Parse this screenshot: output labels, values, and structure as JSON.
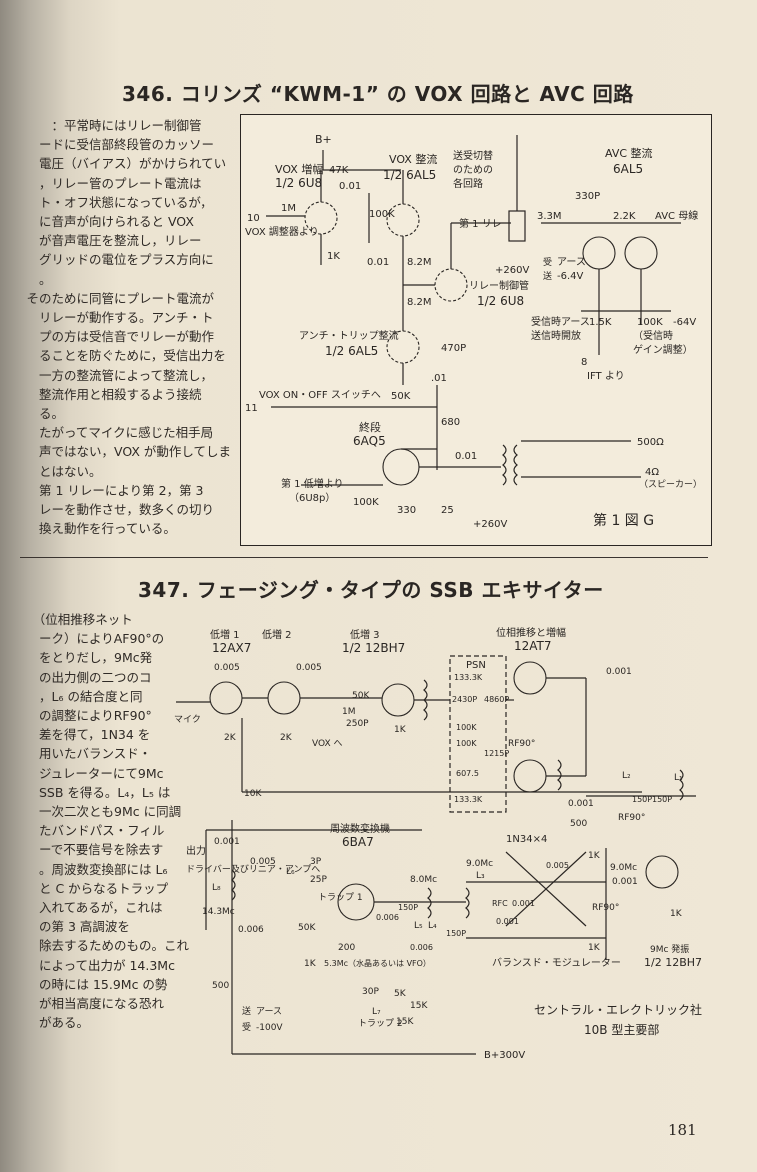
{
  "section346": {
    "title": "346. コリンズ “KWM-1” の VOX 回路と AVC 回路",
    "body_lines": [
      "　　　：平常時にはリレー制御管",
      "　　ードに受信部終段管のカッソー",
      "　　電圧（バイアス）がかけられてい",
      "　　，リレー管のプレート電流は",
      "　　ト・オフ状態になっているが，",
      "　　に音声が向けられると VOX",
      "　　が音声電圧を整流し，リレー",
      "　　グリッドの電位をプラス方向に",
      "　　。",
      "　そのために同管にプレート電流が",
      "　　リレーが動作する。アンチ・ト",
      "　　プの方は受信音でリレーが動作",
      "　　ることを防ぐために，受信出力を",
      "　　一方の整流管によって整流し，",
      "　　整流作用と相殺するよう接続",
      "　　る。",
      "　　たがってマイクに感じた相手局",
      "　　声ではない，VOX が動作してしま",
      "　　とはない。",
      "　　第 1 リレーにより第 2，第 3",
      "　　レーを動作させ，数多くの切り",
      "　　換え動作を行っている。"
    ],
    "figure": {
      "caption": "第 1 図 G",
      "labels": {
        "bplus": "B+",
        "vox_amp": "VOX 増幅",
        "vox_amp_tube": "1/2 6U8",
        "r_47k": "47K",
        "c_001a": "0.01",
        "vox_rect": "VOX 整流",
        "vox_rect_tube": "1/2 6AL5",
        "r_1m": "1M",
        "vox_adj": "VOX 調整器より",
        "num10": "10",
        "r_100k_a": "100K",
        "r_1k": "1K",
        "c_001b": "0.01",
        "r_82m_a": "8.2M",
        "r_82m_b": "8.2M",
        "switch_note1": "送受切替",
        "switch_note2": "のための",
        "switch_note3": "各回路",
        "relay1": "第 1 リレー",
        "v260a": "+260V",
        "relay_ctl": "リレー制御管",
        "relay_ctl_tube": "1/2 6U8",
        "anti_trip": "アンチ・トリップ整流",
        "anti_trip_tube": "1/2 6AL5",
        "c_470p": "470P",
        "r_50k": "50K",
        "c_01": ".01",
        "vox_sw": "VOX ON・OFF スイッチへ",
        "num11": "11",
        "final": "終段",
        "final_tube": "6AQ5",
        "r_680": "680",
        "c_001c": "0.01",
        "out500": "500Ω",
        "out4": "4Ω",
        "speaker": "（スピーカー）",
        "from1": "第 1 低増より",
        "from1b": "（6U8p）",
        "r_100k_b": "100K",
        "r_330": "330",
        "c_25": "25",
        "v260b": "+260V",
        "avc_rect": "AVC 整流",
        "avc_tube": "6AL5",
        "c_330p": "330P",
        "r_33m": "3.3M",
        "r_22k": "2.2K",
        "avc_bus": "AVC 母線",
        "earth_recv": "受",
        "earth_send": "送",
        "earth_txt": "アース",
        "v_neg64a": "-6.4V",
        "r_15k": "1.5K",
        "r_100k_c": "100K",
        "v_neg64b": "-64V",
        "recv_earth": "受信時アース",
        "send_open": "送信時開放",
        "recv_gain": "（受信時",
        "recv_gain2": "ゲイン調整）",
        "num8": "8",
        "from_ift": "IFT より"
      }
    }
  },
  "section347": {
    "title": "347. フェージング・タイプの SSB エキサイター",
    "body_lines": [
      "　　（位相推移ネット",
      "　　ーク）によりAF90°の",
      "　　をとりだし，9Mc発",
      "　　の出力側の二つのコ",
      "　　，L₆ の結合度と同",
      "　　の調整によりRF90°",
      "　　差を得て，1N34 を",
      "　　用いたバランスド・",
      "　　ジュレーターにて9Mc",
      "　　SSB を得る。L₄，L₅ は",
      "　　一次二次とも9Mc に同調",
      "　　たバンドパス・フィル",
      "　　ーで不要信号を除去す",
      "　　。周波数変換部には L₆",
      "　　と C からなるトラップ",
      "　　入れてあるが，これは",
      "　　の第 3 高調波を",
      "　　除去するためのもの。これ",
      "　　によって出力が 14.3Mc",
      "　　の時には 15.9Mc の勢",
      "　　が相当高度になる恐れ",
      "　　がある。"
    ],
    "figure": {
      "company": "セントラル・エレクトリック社",
      "model": "10B 型主要部",
      "labels": {
        "lo1": "低増 1",
        "lo1_tube": "12AX7",
        "lo2": "低増 2",
        "lo3": "低増 3",
        "lo3_tube": "1/2 12BH7",
        "phase": "位相推移と増幅",
        "phase_tube": "12AT7",
        "c0005a": "0.005",
        "c0005b": "0.005",
        "c0001a": "0.001",
        "r50k": "50K",
        "r1m": "1M",
        "c250p": "250P",
        "r1k_a": "1K",
        "r2k_a": "2K",
        "r2k_b": "2K",
        "vox": "VOX へ",
        "mic": "マイク",
        "psn": "PSN",
        "r1333k_a": "133.3K",
        "r1333k_b": "133.3K",
        "c2430p": "2430P",
        "c4860p": "4860P",
        "r100k_a": "100K",
        "r100k_b": "100K",
        "c1215p": "1215P",
        "c6075": "607.5",
        "rf90a": "RF90°",
        "rf90b": "RF90°",
        "rf90c": "RF90°",
        "r10k": "10K",
        "r500a": "500",
        "c0001b": "0.001",
        "l2": "L₂",
        "l1": "L₁",
        "c150p_a": "150P",
        "c150p_b": "150P",
        "c0001c": "0.001",
        "c0001d": "0.001",
        "r1k_b": "1K",
        "out": "出力",
        "driver_note": "ドライバー及びリニア・アンプへ",
        "mixer": "周波数変換機",
        "mixer_tube": "6BA7",
        "l8": "L₈",
        "l6": "L₆",
        "c3p": "3P",
        "c25p": "25P",
        "trap1": "トラップ 1",
        "trap2": "トラップ 2",
        "f143": "14.3Mc",
        "c0006a": "0.006",
        "c0006b": "0.006",
        "c0006c": "0.006",
        "c0005c": "0.005",
        "c0005d": "0.005",
        "r50k_b": "50K",
        "f80": "8.0Mc",
        "l5": "L₅",
        "l4": "L₄",
        "l3": "L₃",
        "c150p_c": "150P",
        "c150p_d": "150P",
        "r200": "200",
        "xtal": "5.3Mc（水晶あるいは VFO）",
        "r1k_c": "1K",
        "r500b": "500",
        "c30p": "30P",
        "l7": "L₇",
        "r15k_a": "15K",
        "r15k_b": "15K",
        "r5k": "5K",
        "earth_s": "送",
        "earth_r": "受",
        "earth_txt": "アース",
        "v100": "-100V",
        "in34": "1N34×4",
        "f90a": "9.0Mc",
        "f90b": "9.0Mc",
        "rfc": "RFC",
        "c001e": "0.001",
        "c001f": "0.001",
        "balanced": "バランスド・モジュレーター",
        "osc": "9Mc 発振",
        "osc_tube": "1/2 12BH7",
        "b300": "B+300V",
        "r1k_d": "1K",
        "r1k_e": "1K"
      }
    }
  },
  "page_number": "181"
}
